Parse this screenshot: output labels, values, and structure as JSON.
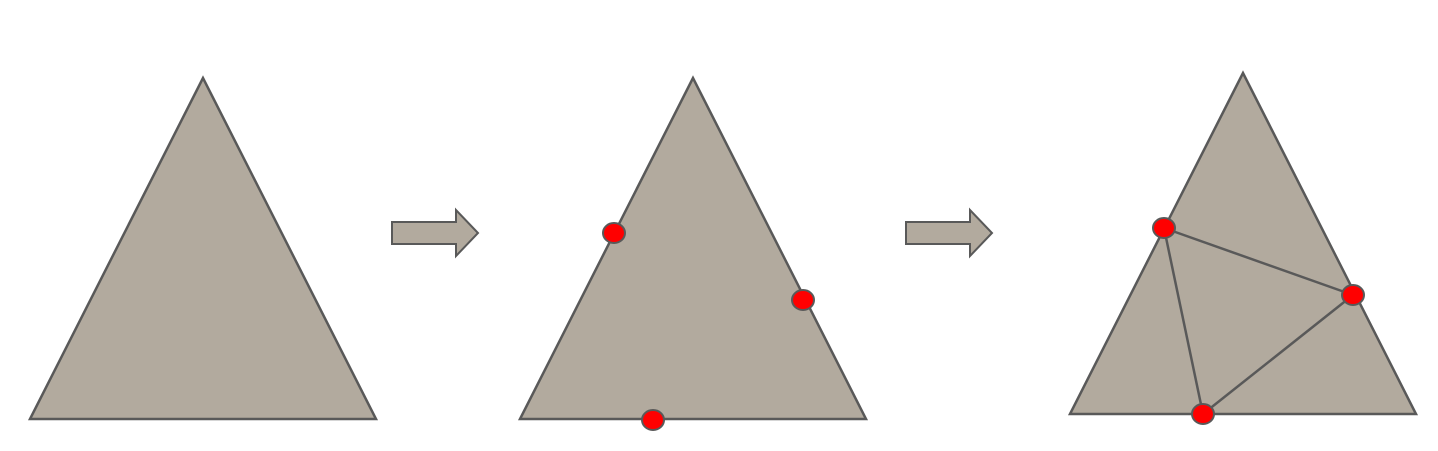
{
  "colors": {
    "triangle_fill": "#b2aa9e",
    "outline": "#595959",
    "point": "#ff0000",
    "arrow_fill": "#b2aa9e",
    "background": "#ffffff"
  },
  "steps": [
    {
      "name": "original-triangle",
      "marked_points": 0,
      "inner_edges": 0
    },
    {
      "name": "triangle-with-edge-points",
      "marked_points": 3,
      "inner_edges": 0
    },
    {
      "name": "subdivided-triangle",
      "marked_points": 3,
      "inner_edges": 3
    }
  ],
  "arrows": [
    {
      "name": "arrow-1",
      "direction": "right"
    },
    {
      "name": "arrow-2",
      "direction": "right"
    }
  ]
}
